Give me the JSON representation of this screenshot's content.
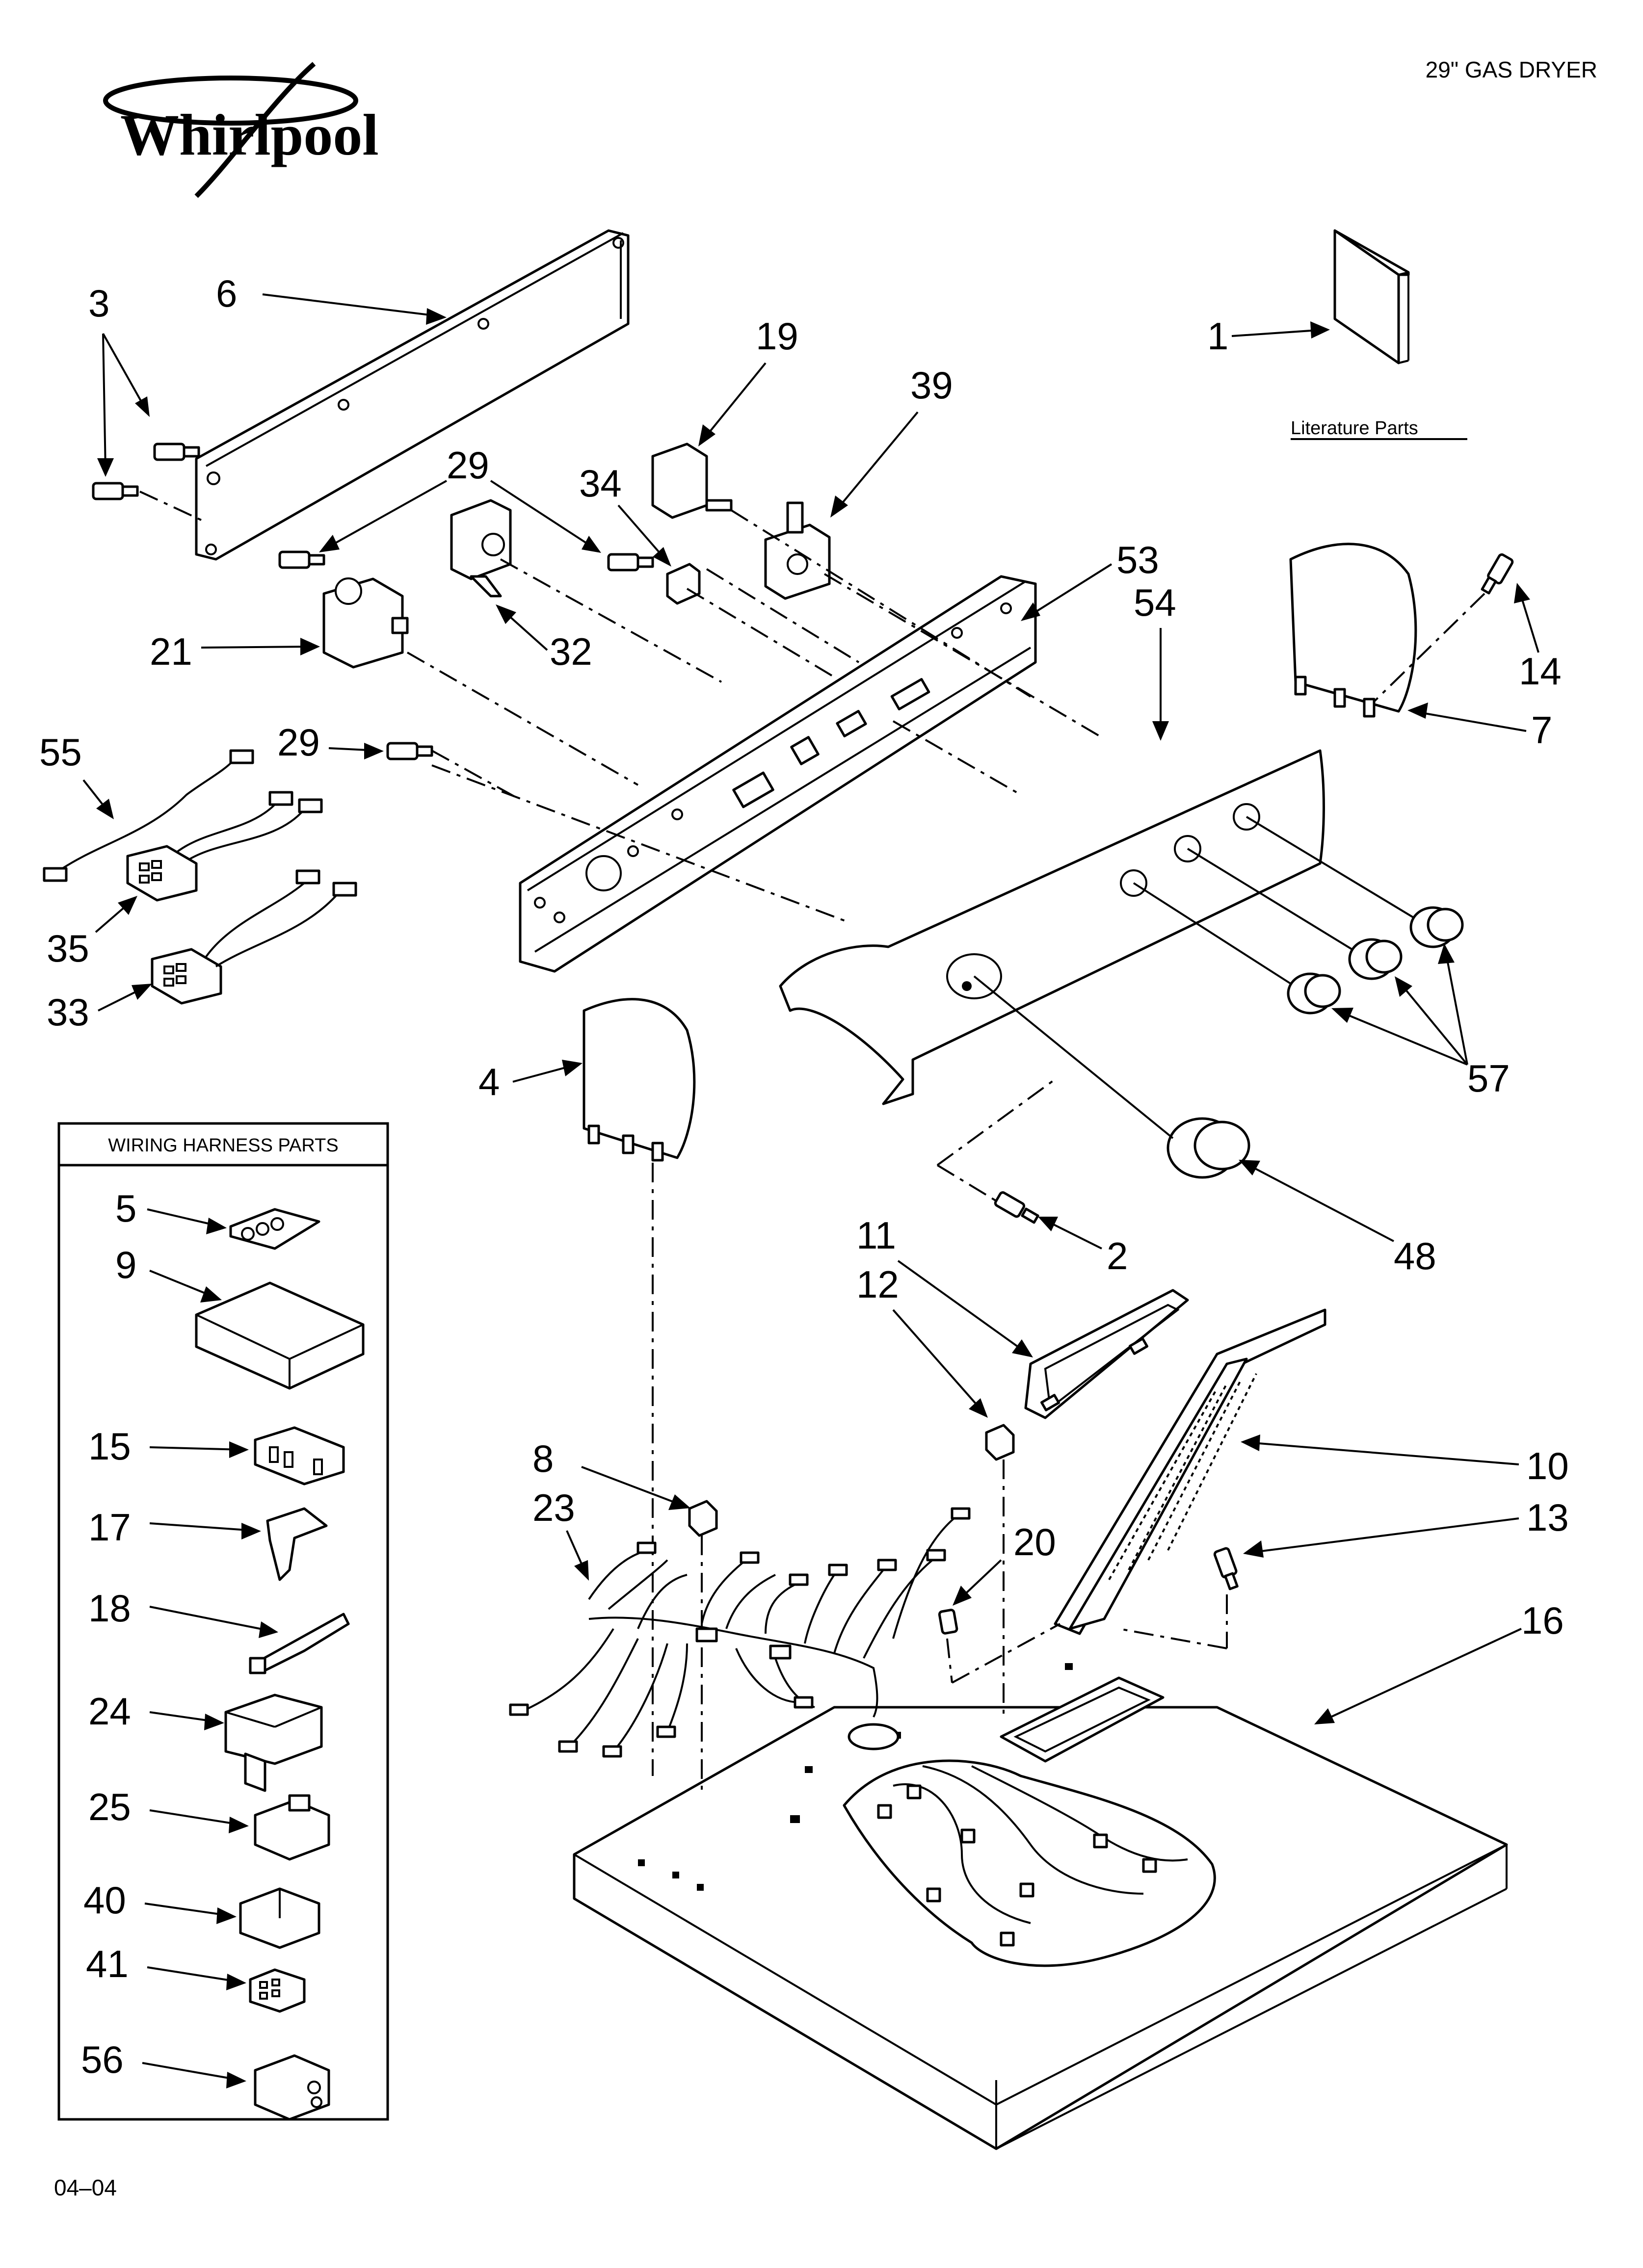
{
  "header": {
    "brand": "Whirlpool",
    "model_title": "29\" GAS DRYER",
    "date_code": "04–04"
  },
  "literature_label": "Literature Parts",
  "wiring_box_title": "WIRING HARNESS PARTS",
  "part_numbers": {
    "p1": "1",
    "p2": "2",
    "p3": "3",
    "p4": "4",
    "p5": "5",
    "p6": "6",
    "p7": "7",
    "p8": "8",
    "p9": "9",
    "p10": "10",
    "p11": "11",
    "p12": "12",
    "p13": "13",
    "p14": "14",
    "p15": "15",
    "p16": "16",
    "p17": "17",
    "p18": "18",
    "p19": "19",
    "p20": "20",
    "p21": "21",
    "p23": "23",
    "p24": "24",
    "p25": "25",
    "p29a": "29",
    "p29b": "29",
    "p32": "32",
    "p33": "33",
    "p34": "34",
    "p35": "35",
    "p39": "39",
    "p40": "40",
    "p41": "41",
    "p48": "48",
    "p53": "53",
    "p54": "54",
    "p55": "55",
    "p56": "56",
    "p57": "57"
  },
  "colors": {
    "line": "#000000",
    "background": "#ffffff"
  }
}
